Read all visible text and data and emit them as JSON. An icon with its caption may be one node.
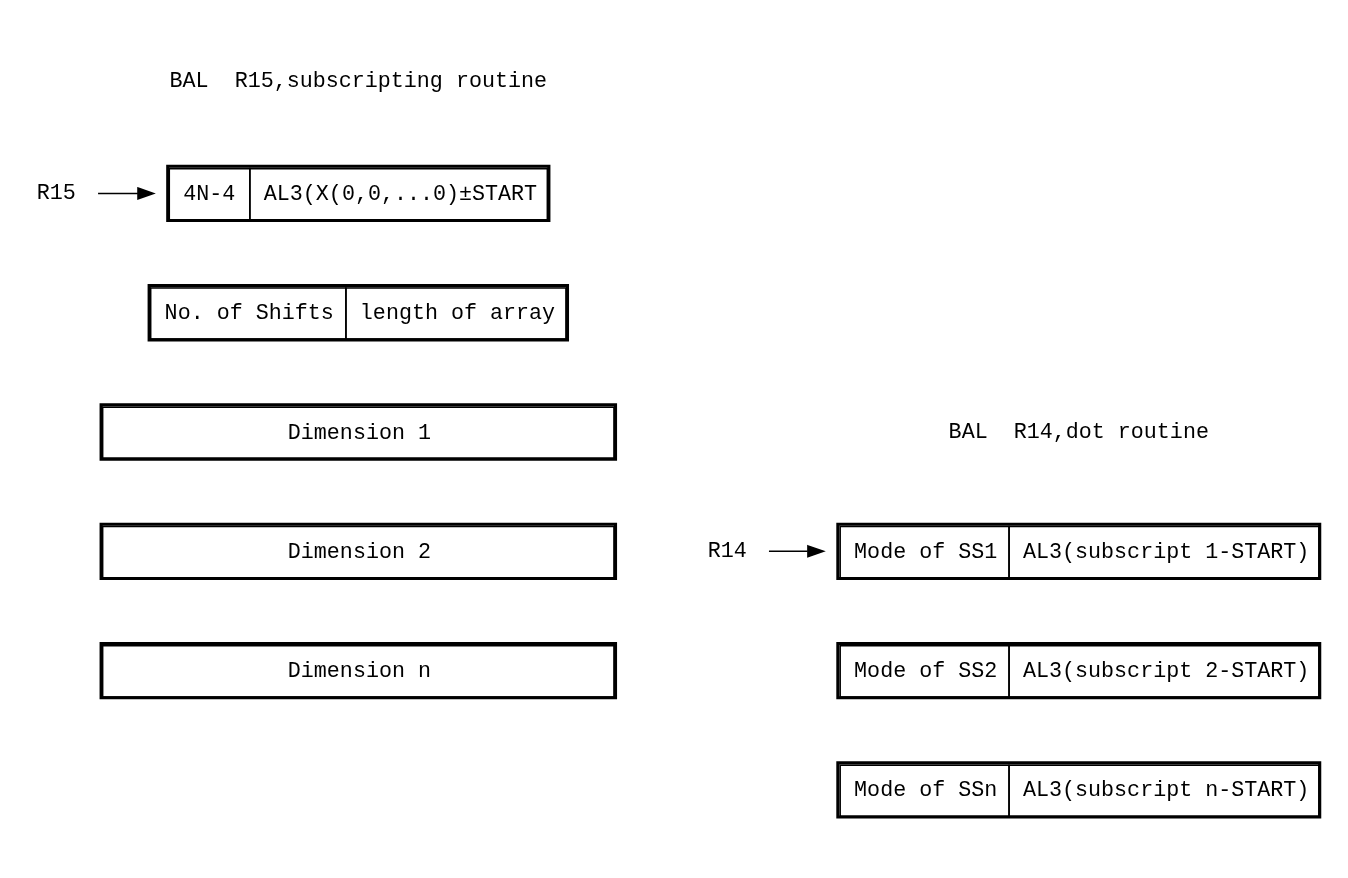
{
  "diagram": {
    "nodes": [
      {
        "text": [
          "R15"
        ]
      },
      {
        "text": [
          "4N-4",
          "AL3(X(0,0,...0)±START"
        ]
      },
      {
        "text": [
          "No. of Shifts",
          "length of array"
        ]
      },
      {
        "text": [
          "Dimension 1"
        ]
      },
      {
        "text": [
          "Dimension 2"
        ]
      },
      {
        "text": [
          "Dimension n"
        ]
      },
      {
        "text": [
          "R14"
        ]
      },
      {
        "text": [
          "Mode of SS1",
          "AL3(subscript 1-START)"
        ]
      },
      {
        "text": [
          "Mode of SS2",
          "AL3(subscript 2-START)"
        ]
      },
      {
        "text": [
          "Mode of SSn",
          "AL3(subscript n-START)"
        ]
      }
    ],
    "edges": [
      {
        "from": 0,
        "to": 1,
        "arrow": "to"
      },
      {
        "from": 6,
        "to": 7,
        "arrow": "to"
      }
    ],
    "labels": [
      "BAL  R15,subscripting routine",
      "BAL  R14,dot routine"
    ]
  }
}
